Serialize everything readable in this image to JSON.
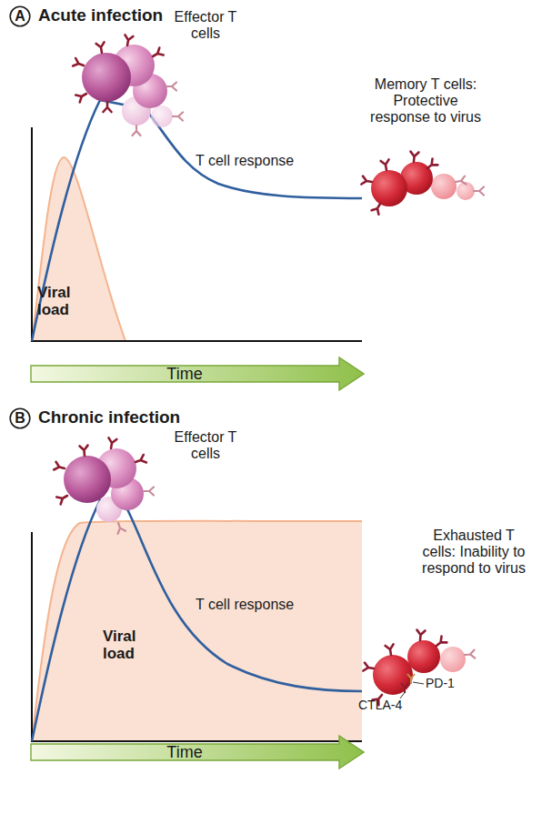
{
  "diagram": {
    "nodes": [
      {
        "text": [
          "A"
        ]
      },
      {
        "text": [
          "Time"
        ]
      },
      {
        "text": [
          "B"
        ]
      },
      {
        "text": [
          "Time"
        ]
      }
    ],
    "labels": [
      "Acute infection",
      "Effector T cells",
      "Memory T cells: Protective response to virus",
      "T cell response",
      "Viral load",
      "Chronic infection",
      "Effector T cells",
      "Exhausted T cells: Inability to respond to virus",
      "T cell response",
      "Viral load",
      "PD-1",
      "CTLA-4"
    ]
  }
}
